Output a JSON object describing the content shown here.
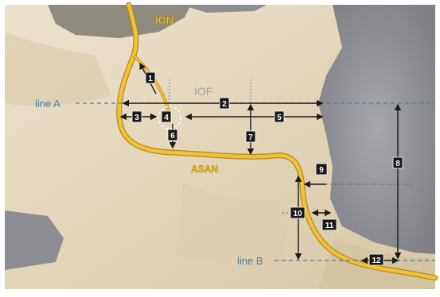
{
  "labels": {
    "top_nerve": "ION",
    "foramen": "IOF",
    "canal_nerve": "ASAN",
    "line_a": "line A",
    "line_b": "line B"
  },
  "markers": [
    "1",
    "2",
    "3",
    "4",
    "5",
    "6",
    "7",
    "8",
    "9",
    "10",
    "11",
    "12"
  ],
  "colors": {
    "bone": "#e6dbc2",
    "bone_shadow": "#c9b893",
    "background_gray": "#8c8e94",
    "nerve": "#e8b830",
    "nerve_label": "#f2c418",
    "ref_line": "#4f7fa3",
    "marker_bg": "#1a1a1a",
    "marker_text": "#ffffff",
    "measure": "#1a1a1a"
  }
}
